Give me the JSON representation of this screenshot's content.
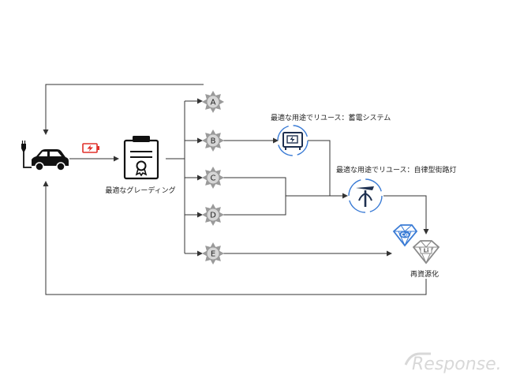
{
  "diagram": {
    "grading_label": "最適なグレーディング",
    "reuse_storage_label": "最適な用途でリユース：蓄電システム",
    "reuse_streetlight_label": "最適な用途でリユース：自律型街路灯",
    "recycle_label": "再資源化",
    "grades": [
      "A",
      "B",
      "C",
      "D",
      "E"
    ],
    "materials": {
      "cobalt": "Co",
      "lithium": "Li"
    },
    "colors": {
      "line": "#333333",
      "battery_red": "#e0302a",
      "blue": "#3a7bd5",
      "dark": "#1e3050"
    }
  },
  "watermark": {
    "text": "Response."
  }
}
